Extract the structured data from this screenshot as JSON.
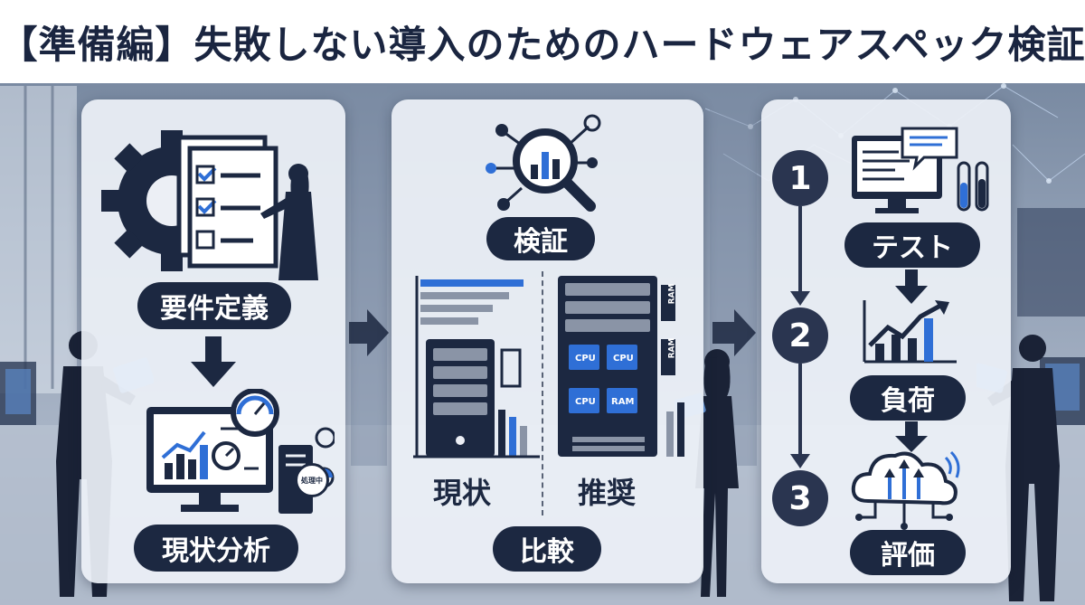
{
  "title": "【準備編】失敗しない導入のためのハードウェアスペック検証",
  "left_panel": {
    "step1_label": "要件定義",
    "step2_label": "現状分析",
    "mini_icon_text": "処理中"
  },
  "middle_panel": {
    "top_label": "検証",
    "current_label": "現状",
    "recommended_label": "推奨",
    "bottom_label": "比較",
    "chip_texts": [
      "RAM",
      "RAM",
      "CPU",
      "CPU",
      "CPU",
      "RAM"
    ]
  },
  "right_panel": {
    "steps": [
      {
        "number": "1",
        "label": "テスト"
      },
      {
        "number": "2",
        "label": "負荷"
      },
      {
        "number": "3",
        "label": "評価"
      }
    ]
  },
  "colors": {
    "navy": "#1c2841",
    "accent_blue": "#2f6fd6",
    "panel_bg": "#eceff5",
    "title_bg": "#ffffff"
  }
}
